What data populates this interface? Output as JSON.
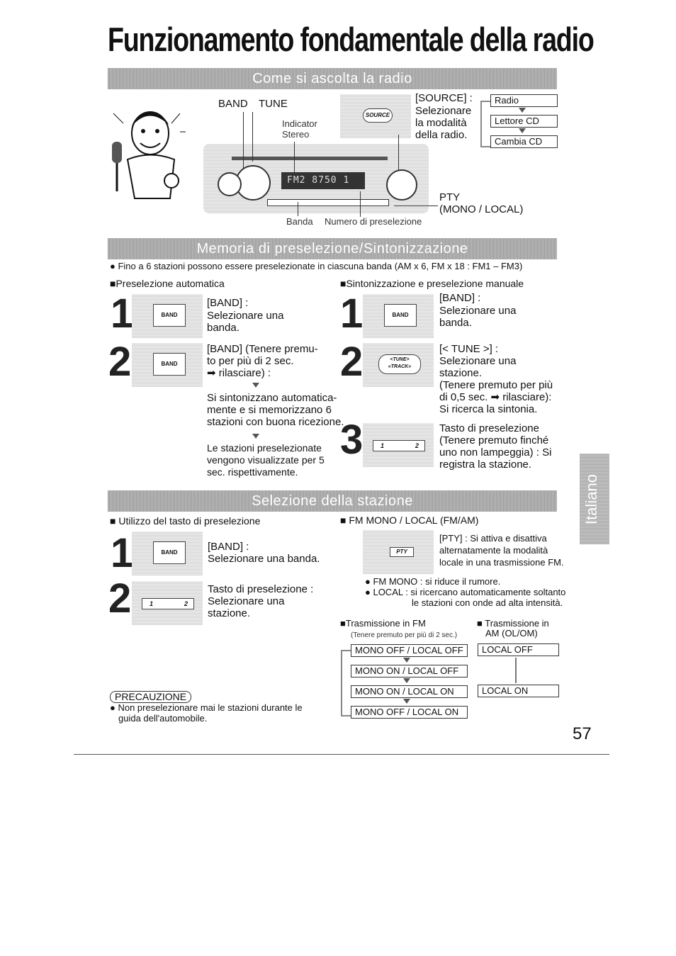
{
  "title": "Funzionamento fondamentale della radio",
  "sections": {
    "listen": "Come si ascolta la radio",
    "memory": "Memoria di preselezione/Sintonizzazione",
    "select": "Selezione della stazione"
  },
  "listen": {
    "band_label": "BAND",
    "tune_label": "TUNE",
    "indicator": "Indicator",
    "stereo": "Stereo",
    "source_key": "SOURCE",
    "source_text": "[SOURCE] :",
    "source_desc1": "Selezionare",
    "source_desc2": "la modalità",
    "source_desc3": "della radio.",
    "modes": [
      "Radio",
      "Lettore CD",
      "Cambia CD"
    ],
    "display": "FM2  8750 1",
    "pty": "PTY",
    "mono_local": "(MONO / LOCAL)",
    "banda": "Banda",
    "numero": "Numero di preselezione"
  },
  "memory": {
    "note": "Fino a 6 stazioni possono essere preselezionate in ciascuna banda (AM x 6, FM x 18 : FM1 – FM3)",
    "auto_header": "Preselezione automatica",
    "manual_header": "Sintonizzazione e preselezione manuale",
    "auto_step1": [
      "[BAND] :",
      "Selezionare una",
      "banda."
    ],
    "auto_step2": [
      "[BAND] (Tenere premu-",
      "to per più di 2 sec.",
      "rilasciare) :"
    ],
    "auto_result1": [
      "Si sintonizzano automatica-",
      "mente e si memorizzano 6",
      "stazioni con buona ricezione."
    ],
    "auto_result2": [
      "Le stazioni preselezionate",
      "vengono visualizzate per 5",
      "sec. rispettivamente."
    ],
    "manual_step1": [
      "[BAND] :",
      "Selezionare una",
      "banda."
    ],
    "manual_step2": [
      "[< TUNE >] :",
      "Selezionare una",
      "stazione.",
      "(Tenere premuto per più",
      "di 0,5 sec.",
      "rilasciare):",
      "Si ricerca la sintonia."
    ],
    "manual_step3": [
      "Tasto di preselezione",
      "(Tenere premuto finché",
      "uno non lampeggia) : Si",
      "registra la stazione."
    ],
    "band_key": "BAND",
    "tune_key1": "<TUNE>",
    "tune_key2": "«TRACK»",
    "preset_1": "1",
    "preset_2": "2"
  },
  "select": {
    "preset_header": "Utilizzo del tasto di preselezione",
    "fm_header": "FM MONO / LOCAL (FM/AM)",
    "step1": [
      "[BAND] :",
      "Selezionare una banda."
    ],
    "step2": [
      "Tasto di preselezione :",
      "Selezionare una",
      "stazione."
    ],
    "pty_key": "PTY",
    "pty_text": [
      "[PTY] : Si attiva e disattiva",
      "alternatamente la modalità",
      "locale in una trasmissione FM."
    ],
    "fm_mono_note": "FM MONO : si riduce il rumore.",
    "local_note1": "LOCAL : si ricercano automaticamente soltanto",
    "local_note2": "le stazioni con onde ad alta intensità.",
    "fm_trans": "Trasmissione in FM",
    "fm_hold": "(Tenere premuto per più di 2 sec.)",
    "am_trans1": "Trasmissione in",
    "am_trans2": "AM (OL/OM)",
    "fm_modes": [
      "MONO OFF / LOCAL OFF",
      "MONO ON / LOCAL OFF",
      "MONO ON / LOCAL ON",
      "MONO OFF / LOCAL ON"
    ],
    "am_modes": [
      "LOCAL OFF",
      "LOCAL ON"
    ],
    "caution_title": "PRECAUZIONE",
    "caution_text1": "Non preselezionare mai le stazioni durante le",
    "caution_text2": "guida dell'automobile."
  },
  "side_tab": "Italiano",
  "page_number": "57"
}
